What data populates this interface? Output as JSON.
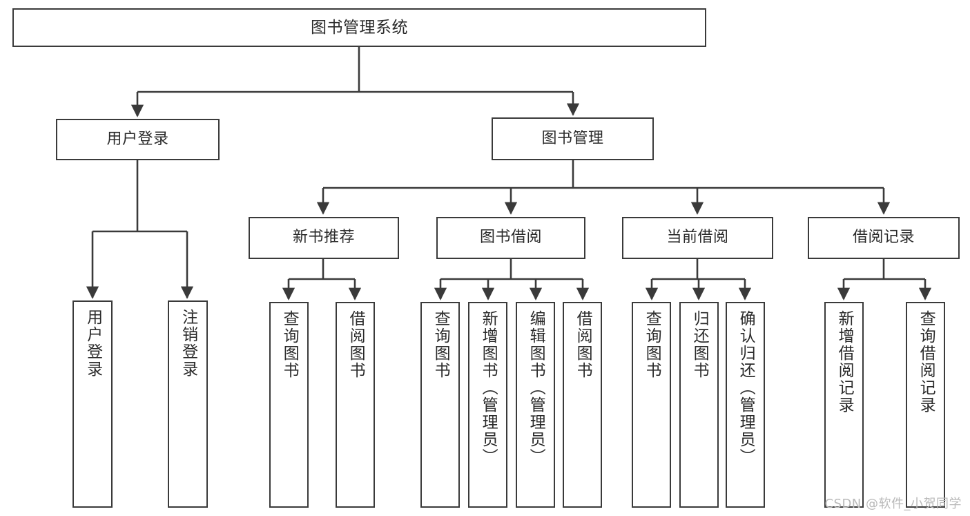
{
  "diagram": {
    "title": "图书管理系统",
    "type": "function-structure-tree",
    "watermark": "CSDN @软件_小贺同学",
    "colors": {
      "stroke": "#3a3a3a",
      "fill": "#ffffff",
      "text": "#2b2b2b",
      "watermark": "#b9b9b9"
    },
    "nodes": {
      "root": {
        "label": "图书管理系统"
      },
      "level2": [
        {
          "id": "user-login",
          "label": "用户登录"
        },
        {
          "id": "book-manage",
          "label": "图书管理"
        }
      ],
      "level3": [
        {
          "id": "new-book-rec",
          "label": "新书推荐"
        },
        {
          "id": "book-borrow",
          "label": "图书借阅"
        },
        {
          "id": "current-borrow",
          "label": "当前借阅"
        },
        {
          "id": "borrow-record",
          "label": "借阅记录"
        }
      ],
      "leaves": {
        "user_login": [
          {
            "id": "leaf-user-login",
            "label": "用户登录"
          },
          {
            "id": "leaf-logout",
            "label": "注销登录"
          }
        ],
        "new_book_rec": [
          {
            "id": "leaf-query-book-1",
            "label": "查询图书"
          },
          {
            "id": "leaf-borrow-book-1",
            "label": "借阅图书"
          }
        ],
        "book_borrow": [
          {
            "id": "leaf-query-book-2",
            "label": "查询图书"
          },
          {
            "id": "leaf-add-book",
            "label": "新增图书（管理员）"
          },
          {
            "id": "leaf-edit-book",
            "label": "编辑图书（管理员）"
          },
          {
            "id": "leaf-borrow-book-2",
            "label": "借阅图书"
          }
        ],
        "current_borrow": [
          {
            "id": "leaf-query-book-3",
            "label": "查询图书"
          },
          {
            "id": "leaf-return-book",
            "label": "归还图书"
          },
          {
            "id": "leaf-confirm-return",
            "label": "确认归还（管理员）"
          }
        ],
        "borrow_record": [
          {
            "id": "leaf-add-record",
            "label": "新增借阅记录"
          },
          {
            "id": "leaf-query-record",
            "label": "查询借阅记录"
          }
        ]
      }
    }
  }
}
